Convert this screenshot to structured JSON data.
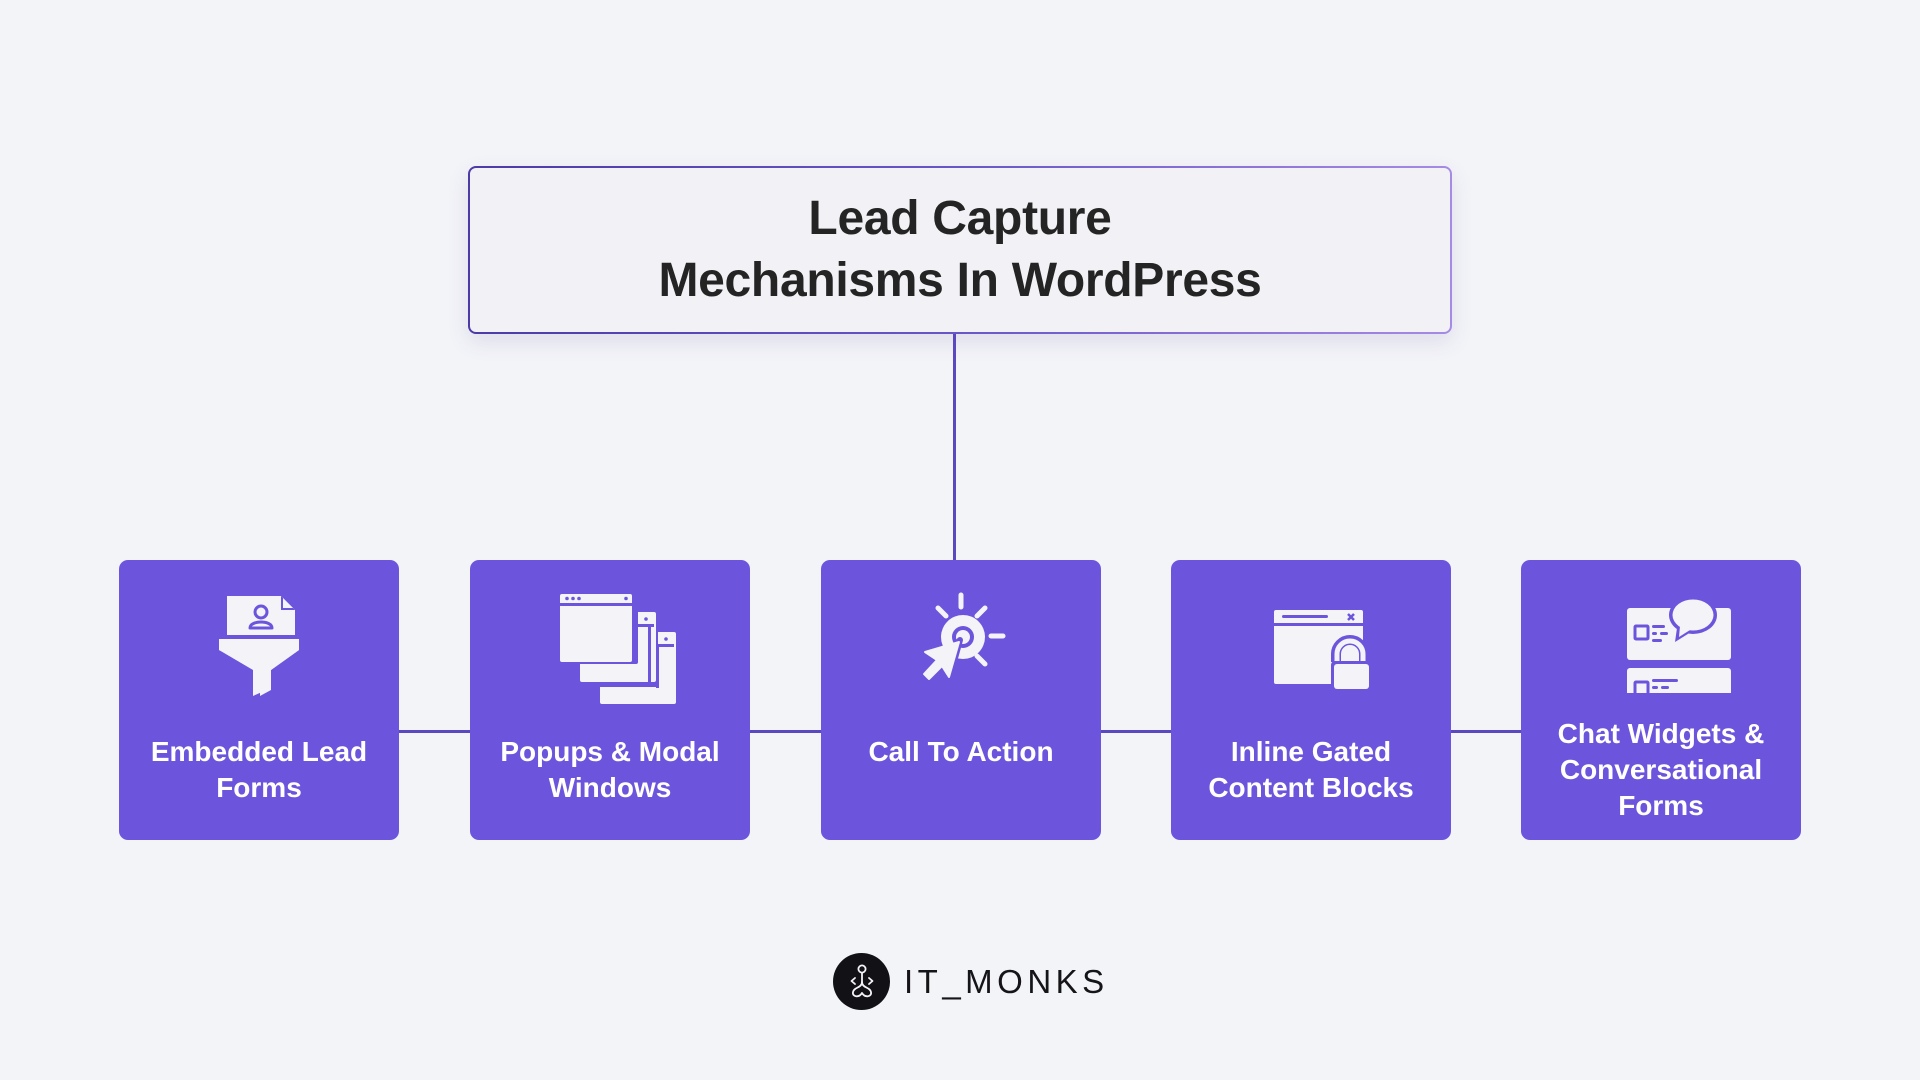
{
  "title": {
    "line1": "Lead Capture",
    "line2": "Mechanisms In WordPress"
  },
  "colors": {
    "background": "#F3F4F8",
    "card": "#6C55DC",
    "connector": "#5B48C0",
    "title_text": "#242424",
    "title_border_start": "#4B3AA8",
    "title_border_end": "#A58BE4",
    "icon_fill": "#F3F3F8"
  },
  "cards": [
    {
      "label": "Embedded Lead Forms",
      "icon": "funnel-document-icon"
    },
    {
      "label": "Popups & Modal Windows",
      "icon": "stacked-windows-icon"
    },
    {
      "label": "Call To Action",
      "icon": "click-cursor-icon"
    },
    {
      "label": "Inline Gated Content Blocks",
      "icon": "locked-window-icon"
    },
    {
      "label": "Chat Widgets & Conversational Forms",
      "icon": "chat-form-icon"
    }
  ],
  "logo": {
    "text": "IT_MONKS",
    "icon": "monk-meditation-icon"
  }
}
